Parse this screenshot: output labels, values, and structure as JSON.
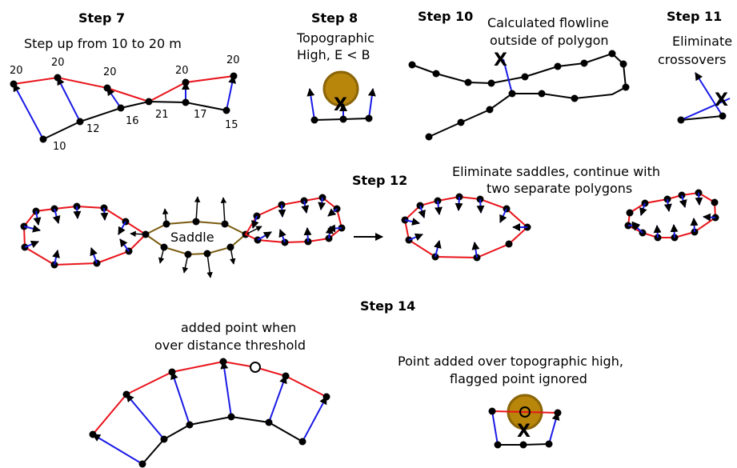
{
  "panels": {
    "step7": {
      "title": "Step 7",
      "caption": "Step up from 10 to 20 m",
      "point_labels": [
        "20",
        "20",
        "20",
        "20",
        "20",
        "12",
        "16",
        "21",
        "17",
        "15",
        "10"
      ]
    },
    "step8": {
      "title": "Step 8",
      "caption_line1": "Topographic",
      "caption_line2": "High, E < B",
      "marker": "X"
    },
    "step10": {
      "title": "Step 10",
      "caption_line1": "Calculated flowline",
      "caption_line2": "outside of polygon",
      "marker": "X"
    },
    "step11": {
      "title": "Step 11",
      "caption_line1": "Eliminate",
      "caption_line2": "crossovers",
      "marker": "X"
    },
    "step12": {
      "title": "Step 12",
      "caption_line1": "Eliminate saddles, continue with",
      "caption_line2": "two separate polygons",
      "saddle_label": "Saddle"
    },
    "step14": {
      "title": "Step 14",
      "caption_left_line1": "added point when",
      "caption_left_line2": "over distance threshold",
      "caption_right_line1": "Point added over topographic high,",
      "caption_right_line2": "flagged point ignored",
      "marker": "X"
    }
  },
  "colors": {
    "contour_new": "#e8141b",
    "contour_old": "#000000",
    "flow_vector": "#1a1ae6",
    "saddle_line": "#7a5c10",
    "topo_high_fill": "#b8860b",
    "topo_high_stroke": "#8b6508"
  }
}
